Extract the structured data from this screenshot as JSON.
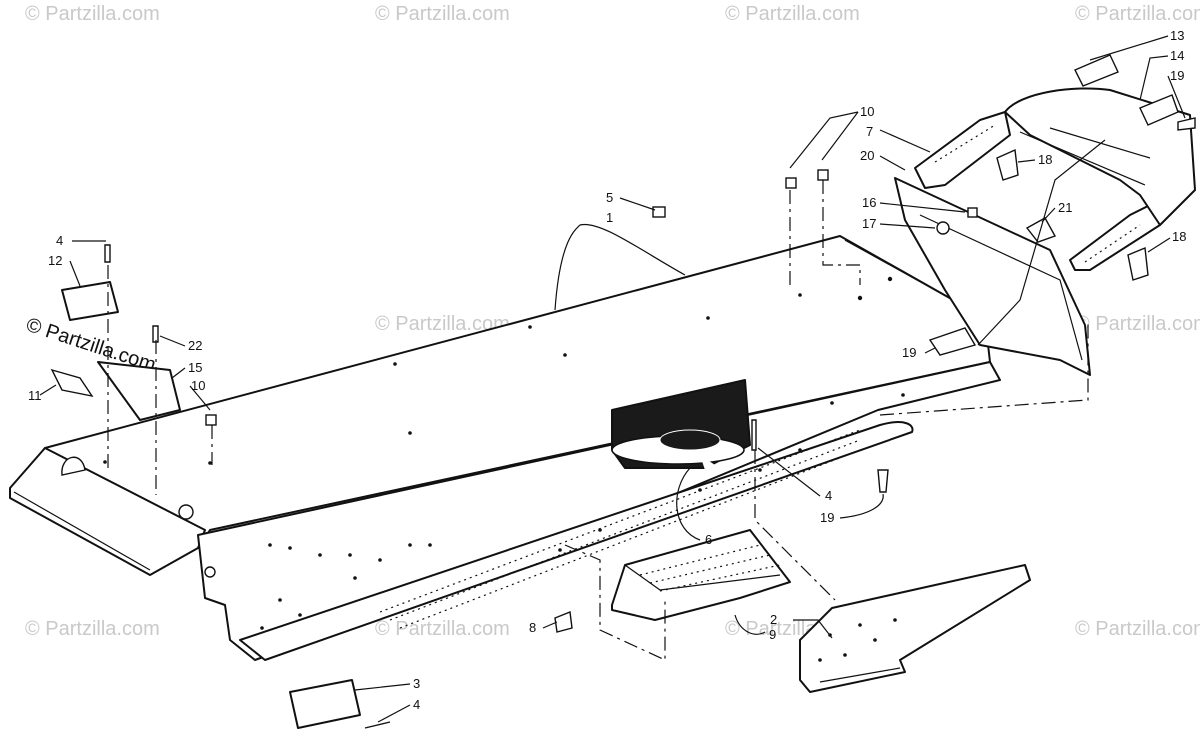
{
  "watermark": {
    "text": "© Partzilla.com"
  },
  "callouts": {
    "c1": "1",
    "c2": "2",
    "c3": "3",
    "c4a": "4",
    "c4b": "4",
    "c4c": "4",
    "c5": "5",
    "c6": "6",
    "c7": "7",
    "c8": "8",
    "c9": "9",
    "c10a": "10",
    "c10b": "10",
    "c11": "11",
    "c12": "12",
    "c13": "13",
    "c14": "14",
    "c15": "15",
    "c16": "16",
    "c17": "17",
    "c18a": "18",
    "c18b": "18",
    "c19a": "19",
    "c19b": "19",
    "c19c": "19",
    "c20": "20",
    "c21": "21",
    "c22": "22"
  },
  "colors": {
    "line": "#111111",
    "watermark": "#c9c9c9",
    "background": "#ffffff"
  }
}
